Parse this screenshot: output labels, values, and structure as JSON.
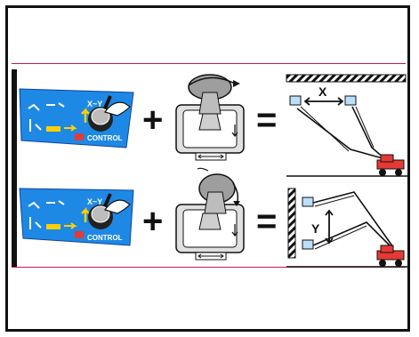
{
  "rows": [
    {
      "panel_label": "X~Y",
      "panel_sublabel": "CONTROL",
      "operator_plus": "+",
      "operator_equals": "=",
      "result_axis": "X"
    },
    {
      "panel_label": "X~Y",
      "panel_sublabel": "CONTROL",
      "operator_plus": "+",
      "operator_equals": "=",
      "result_axis": "Y"
    }
  ],
  "colors": {
    "panel_blue": "#1e88e5",
    "accent_yellow": "#ffd000",
    "machine_red": "#e53935",
    "band_magenta": "#c2185b"
  }
}
